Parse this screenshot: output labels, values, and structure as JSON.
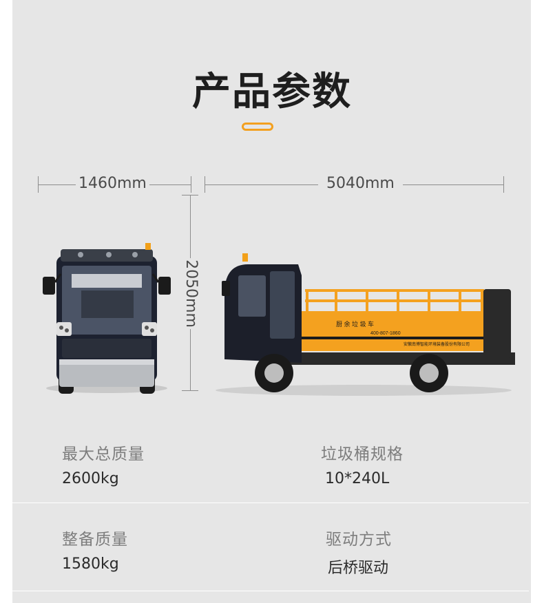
{
  "title": "产品参数",
  "accent_color": "#f3a01f",
  "dimensions": {
    "width": "1460mm",
    "length": "5040mm",
    "height": "2050mm"
  },
  "truck_body": {
    "name": "厨  余  垃  圾  车",
    "phone": "400-807-1860",
    "company": "安徽南博智能环境装备股份有限公司"
  },
  "specs": [
    {
      "label": "最大总质量",
      "value": "2600kg"
    },
    {
      "label": "垃圾桶规格",
      "value": "10*240L"
    },
    {
      "label": "整备质量",
      "value": "1580kg"
    },
    {
      "label": "驱动方式",
      "value": "后桥驱动"
    }
  ]
}
